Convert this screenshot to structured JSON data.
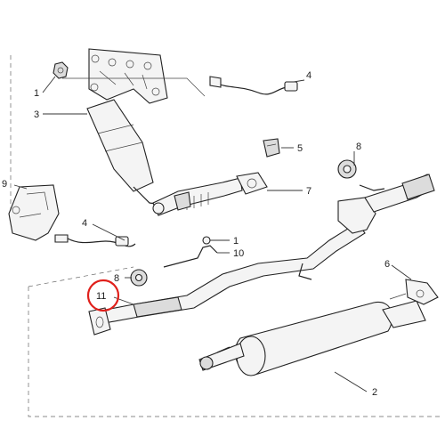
{
  "callouts": {
    "c1a": "1",
    "c3": "3",
    "c4a": "4",
    "c5": "5",
    "c7": "7",
    "c8a": "8",
    "c9": "9",
    "c4b": "4",
    "c1b": "1",
    "c10": "10",
    "c8b": "8",
    "c11": "11",
    "c6": "6",
    "c2": "2"
  },
  "highlight": {
    "color": "#e0201b",
    "part": "11"
  }
}
